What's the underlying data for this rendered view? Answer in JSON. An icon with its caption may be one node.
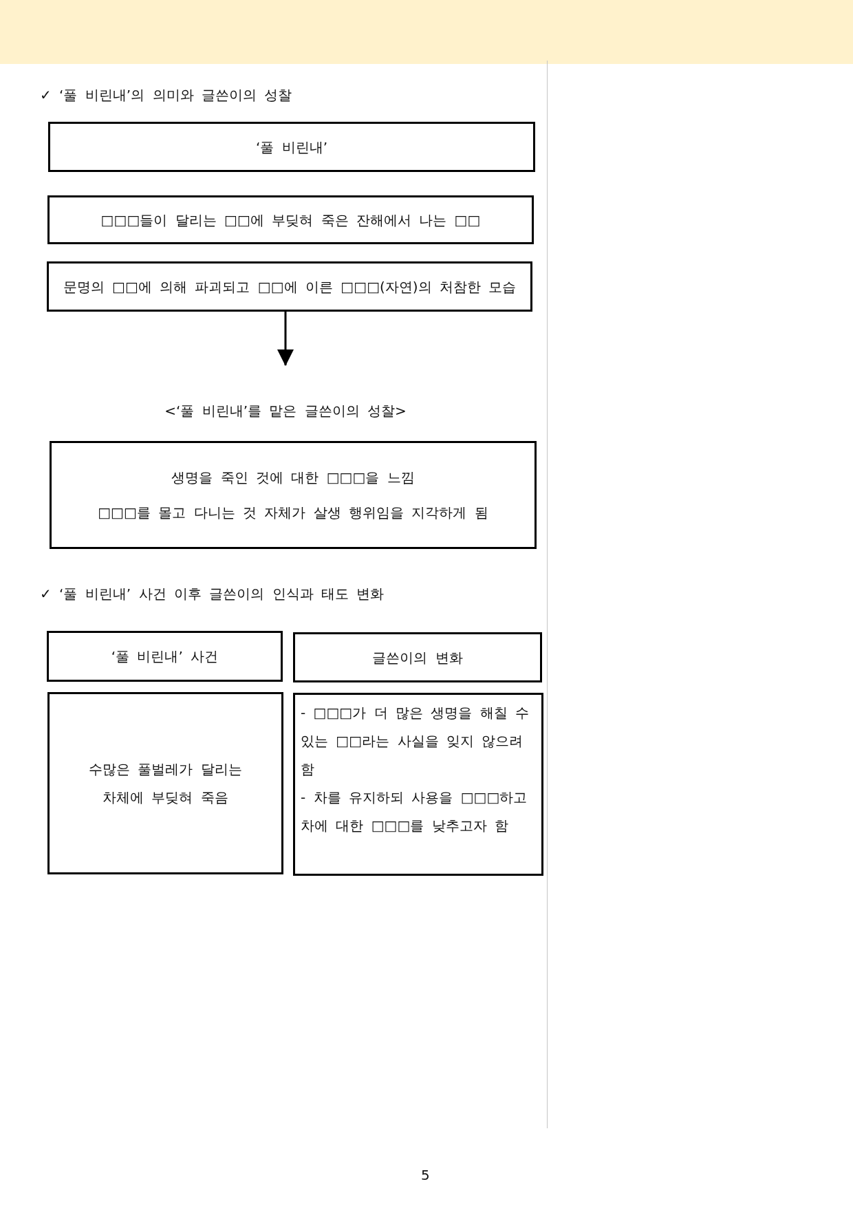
{
  "diagram": {
    "nodes": [
      {
        "text": [
          "‘풀 비린내’"
        ]
      },
      {
        "text": [
          "□□□들이 달리는 □□에 부딪혀 죽은 잔해에서 나는 □□"
        ]
      },
      {
        "text": [
          "문명의 □□에 의해 파괴되고 □□에 이른 □□□(자연)의 처참한 모습"
        ]
      },
      {
        "text": [
          "<‘풀 비린내’를 맡은 글쓴이의 성찰>",
          "생명을 죽인 것에 대한 □□□을 느낌",
          "□□□를 몰고 다니는 것 자체가 살생 행위임을 지각하게 됨"
        ]
      },
      {
        "text": [
          "‘풀 비린내’ 사건"
        ]
      },
      {
        "text": [
          "글쓴이의 변화"
        ]
      },
      {
        "text": [
          "수많은 풀벌레가 달리는 차체에 부딪혀 죽음"
        ]
      },
      {
        "text": [
          "- □□□가 더 많은 생명을 해칠 수 있는 □□라는 사실을 잊지 않으려 함",
          "- 차를 유지하되 사용을 □□□하고 차에 대한 □□□를 낮추고자 함"
        ]
      }
    ],
    "edges": [
      {
        "from": 2,
        "to": 3,
        "arrow": "to"
      }
    ],
    "labels": [
      "✓ ‘풀 비린내’의 의미와 글쓴이의 성찰",
      "✓ ‘풀 비린내’ 사건 이후 글쓴이의 인식과 태도 변화",
      "5"
    ]
  }
}
